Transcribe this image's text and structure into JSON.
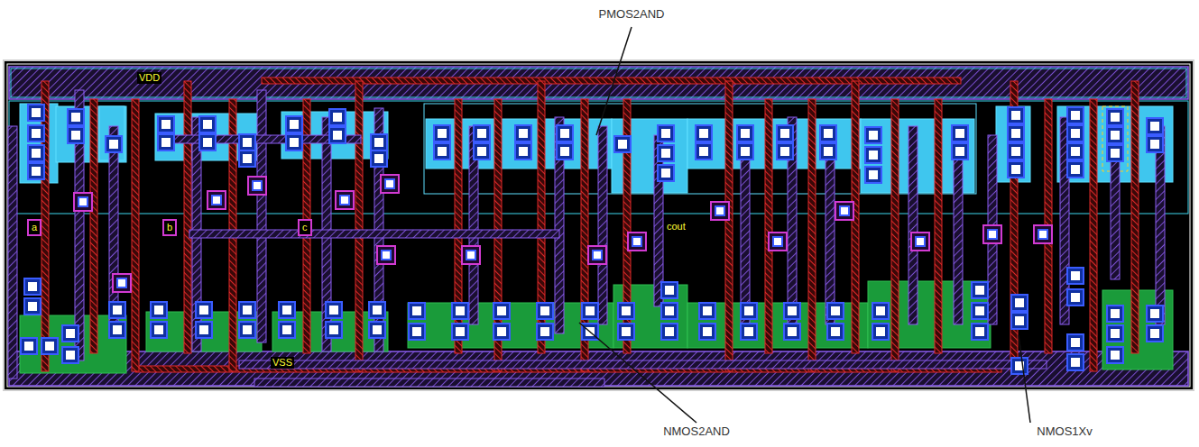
{
  "diagram": {
    "labels": [
      "PMOS2AND",
      "VDD",
      "a",
      "b",
      "c",
      "cout",
      "VSS",
      "NMOS2AND",
      "NMOS1Xv"
    ]
  }
}
